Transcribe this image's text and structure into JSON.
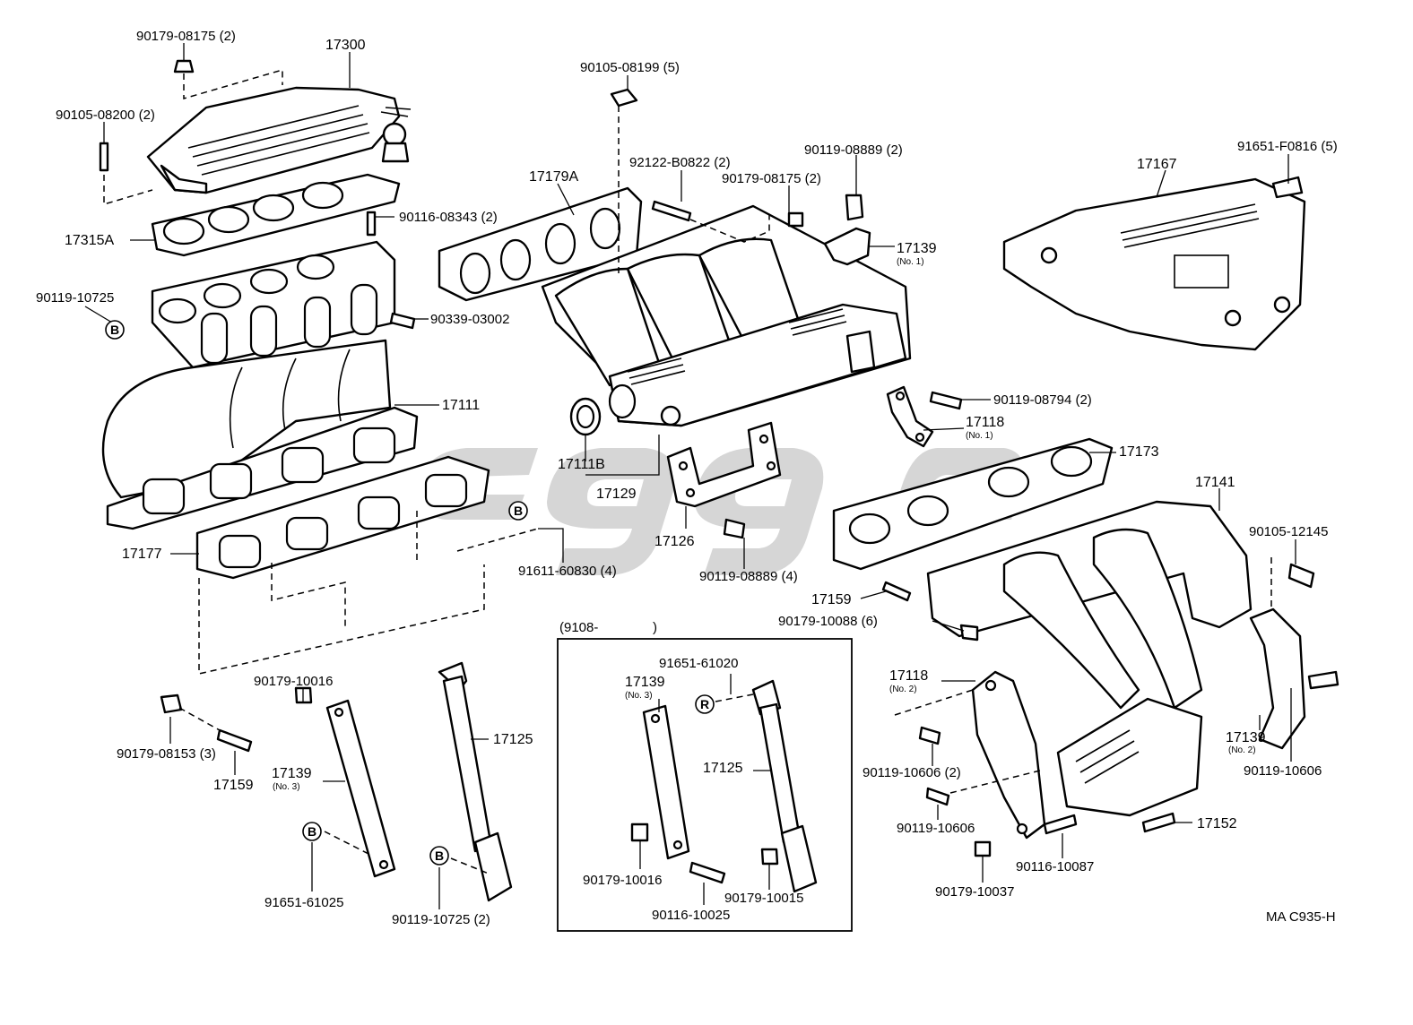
{
  "labels": {
    "l_90179_08175_top": "90179-08175 (2)",
    "l_17300": "17300",
    "l_90105_08200": "90105-08200 (2)",
    "l_90116_08343": "90116-08343 (2)",
    "l_17315A": "17315A",
    "l_90119_10725": "90119-10725",
    "l_90339_03002": "90339-03002",
    "l_17111": "17111",
    "l_17177": "17177",
    "l_91611_60830": "91611-60830 (4)",
    "l_90105_08199": "90105-08199 (5)",
    "l_17179A": "17179A",
    "l_92122_B0822": "92122-B0822 (2)",
    "l_90119_08889_top": "90119-08889 (2)",
    "l_90179_08175_mid": "90179-08175 (2)",
    "l_17139_no1": "17139",
    "l_17111B": "17111B",
    "l_17129": "17129",
    "l_17126": "17126",
    "l_90119_08889_bot": "90119-08889 (4)",
    "l_90119_08794": "90119-08794 (2)",
    "l_17118_no1": "17118",
    "l_17173": "17173",
    "l_17167": "17167",
    "l_91651_F0816": "91651-F0816 (5)",
    "l_17141": "17141",
    "l_90105_12145": "90105-12145",
    "l_17159_mid": "17159",
    "l_90179_10088": "90179-10088 (6)",
    "l_17118_no2": "17118",
    "l_90119_10606_2": "90119-10606 (2)",
    "l_90119_10606_a": "90119-10606",
    "l_90179_10037": "90179-10037",
    "l_90116_10087": "90116-10087",
    "l_17152": "17152",
    "l_17139_no2": "17139",
    "l_90119_10606_b": "90119-10606",
    "l_90179_08153": "90179-08153 (3)",
    "l_17159_left": "17159",
    "l_90179_10016_left": "90179-10016",
    "l_17139_no3_left": "17139",
    "l_17125_left": "17125",
    "l_91651_61025": "91651-61025",
    "l_90119_10725_2": "90119-10725 (2)",
    "l_box_header": "(9108-",
    "l_box_close": ")",
    "l_91651_61020": "91651-61020",
    "l_17139_no3_box": "17139",
    "l_17125_box": "17125",
    "l_90179_10016_box": "90179-10016",
    "l_90116_10025": "90116-10025",
    "l_90179_10015": "90179-10015",
    "l_diagram_code": "MA C935-H"
  },
  "sublabels": {
    "s_no1_a": "(No. 1)",
    "s_no1_b": "(No. 1)",
    "s_no2_a": "(No. 2)",
    "s_no2_b": "(No. 2)",
    "s_no3_a": "(No. 3)",
    "s_no3_b": "(No. 3)"
  },
  "markers": {
    "m1": "B",
    "m2": "B",
    "m3": "B",
    "m4": "B",
    "m5": "R"
  },
  "colors": {
    "ink": "#000000",
    "paper": "#ffffff",
    "watermark": "#c8c8c8"
  }
}
